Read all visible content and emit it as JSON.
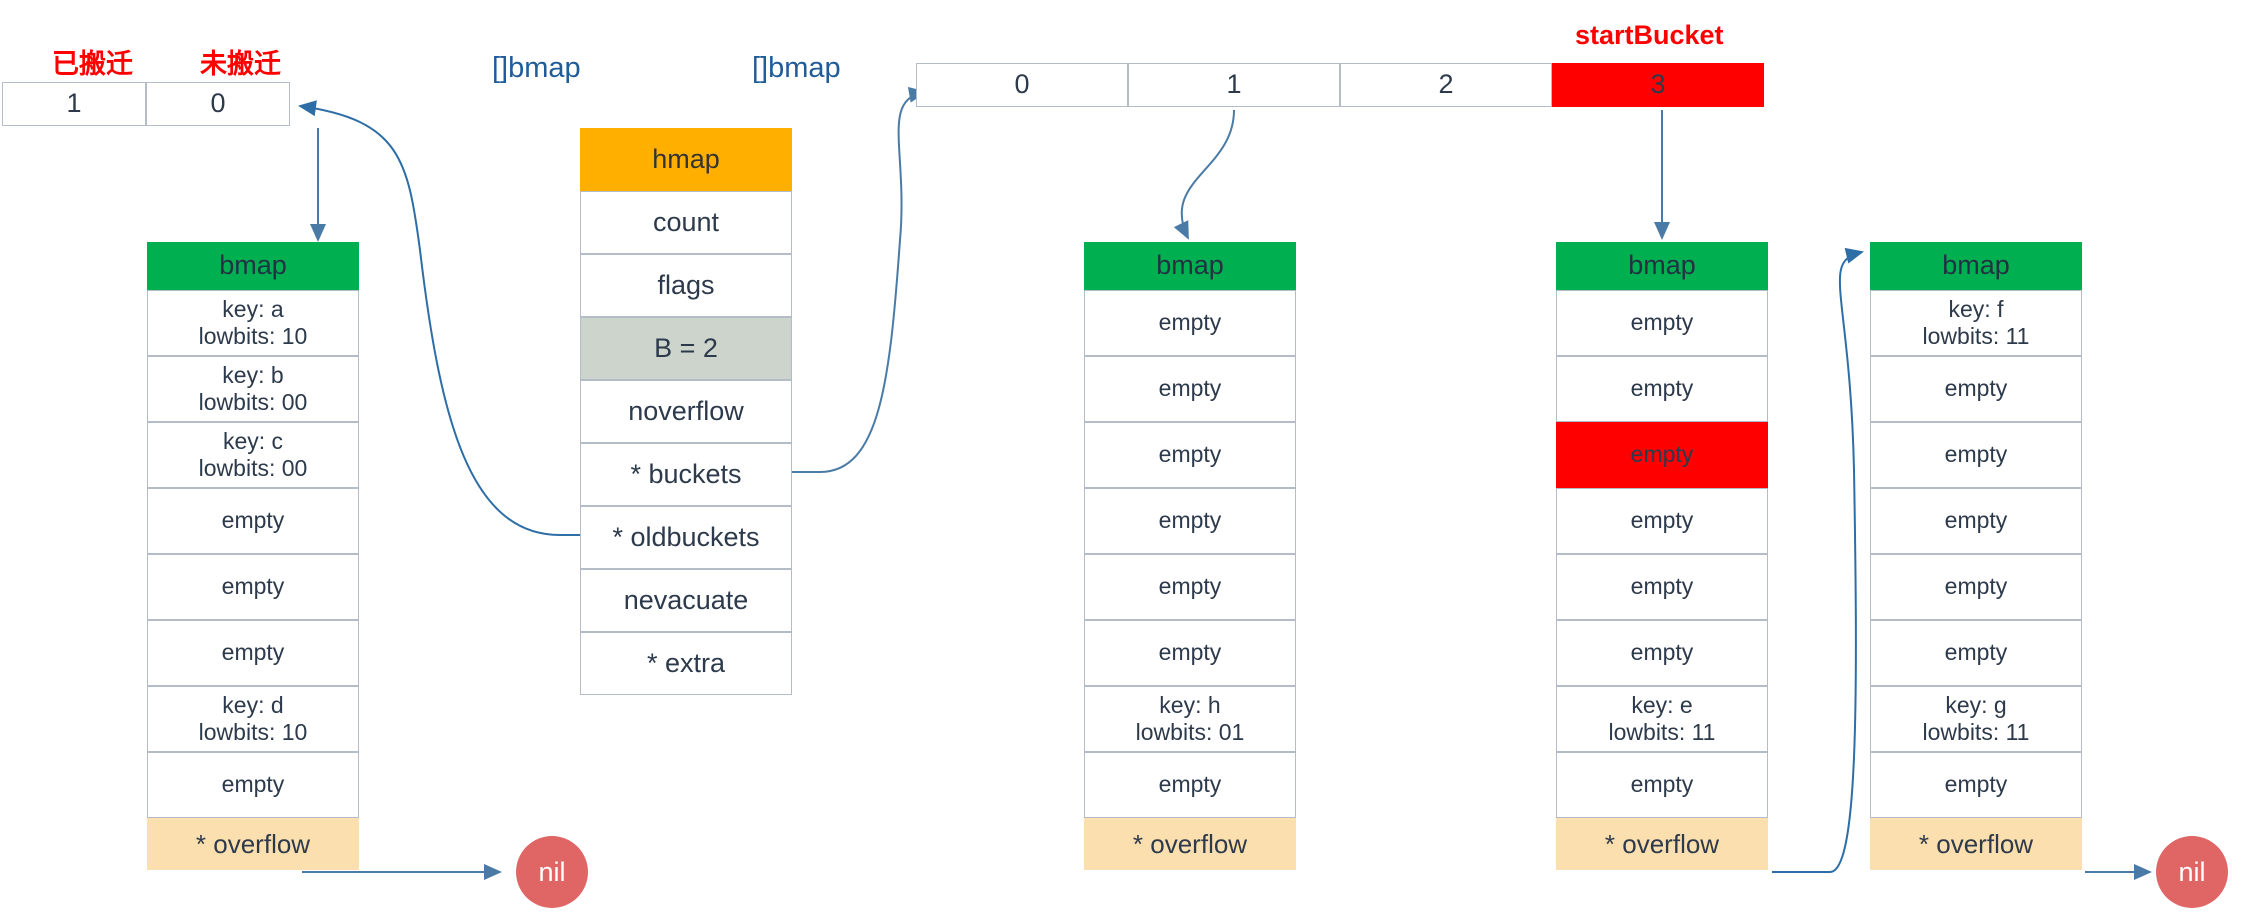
{
  "migration_flags": {
    "labels": [
      "已搬迁",
      "未搬迁"
    ],
    "cells": [
      "1",
      "0"
    ]
  },
  "captions": {
    "oldbuckets_slice": "[]bmap",
    "buckets_slice": "[]bmap",
    "start_bucket": "startBucket"
  },
  "bucket_array": {
    "cells": [
      "0",
      "1",
      "2",
      "3"
    ],
    "highlight_index": 3
  },
  "hmap": {
    "title": "hmap",
    "fields": [
      "count",
      "flags",
      "B = 2",
      "noverflow",
      "* buckets",
      "* oldbuckets",
      "nevacuate",
      "* extra"
    ],
    "highlight_field": "B = 2"
  },
  "bmaps": [
    {
      "title": "bmap",
      "rows": [
        {
          "key": "key: a",
          "lowbits": "lowbits: 10"
        },
        {
          "key": "key: b",
          "lowbits": "lowbits: 00"
        },
        {
          "key": "key: c",
          "lowbits": "lowbits: 00"
        },
        {
          "text": "empty"
        },
        {
          "text": "empty"
        },
        {
          "text": "empty"
        },
        {
          "key": "key: d",
          "lowbits": "lowbits: 10"
        },
        {
          "text": "empty"
        }
      ],
      "overflow": "* overflow",
      "overflow_target": "nil"
    },
    {
      "title": "bmap",
      "rows": [
        {
          "text": "empty"
        },
        {
          "text": "empty"
        },
        {
          "text": "empty"
        },
        {
          "text": "empty"
        },
        {
          "text": "empty"
        },
        {
          "text": "empty"
        },
        {
          "key": "key: h",
          "lowbits": "lowbits: 01"
        },
        {
          "text": "empty"
        }
      ],
      "overflow": "* overflow"
    },
    {
      "title": "bmap",
      "rows": [
        {
          "text": "empty"
        },
        {
          "text": "empty"
        },
        {
          "text": "empty",
          "highlight": true
        },
        {
          "text": "empty"
        },
        {
          "text": "empty"
        },
        {
          "text": "empty"
        },
        {
          "key": "key: e",
          "lowbits": "lowbits: 11"
        },
        {
          "text": "empty"
        }
      ],
      "overflow": "* overflow"
    },
    {
      "title": "bmap",
      "rows": [
        {
          "key": "key: f",
          "lowbits": "lowbits: 11"
        },
        {
          "text": "empty"
        },
        {
          "text": "empty"
        },
        {
          "text": "empty"
        },
        {
          "text": "empty"
        },
        {
          "text": "empty"
        },
        {
          "key": "key: g",
          "lowbits": "lowbits: 11"
        },
        {
          "text": "empty"
        }
      ],
      "overflow": "* overflow",
      "overflow_target": "nil"
    }
  ],
  "nil_nodes": [
    "nil",
    "nil"
  ],
  "colors": {
    "hmap_header": "#ffaf00",
    "bmap_header": "#00b050",
    "overflow_row": "#fcdfae",
    "highlight_red": "#ff0000",
    "nil_circle": "#e06666",
    "caption_blue": "#1f5c99",
    "arrow_blue": "#4a7ba6",
    "text": "#2d3a4b"
  }
}
